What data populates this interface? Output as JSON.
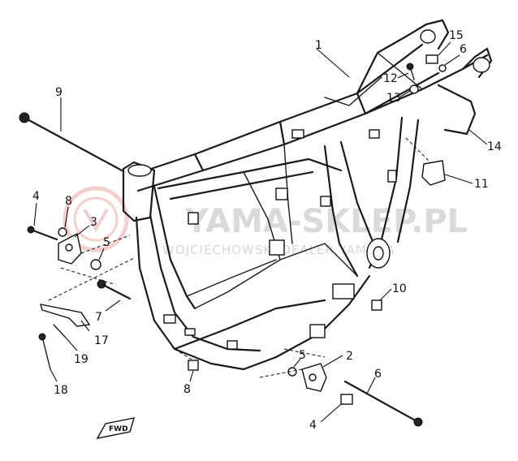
{
  "watermark": {
    "brand": "YAMA-SKLEP.PL",
    "tagline": "WOJCIECHOWSKI DEALER YAMAHA",
    "logo_color": "#e8a0a0"
  },
  "fwd_label": "FWD",
  "callouts": {
    "p1": "1",
    "p2": "2",
    "p3": "3",
    "p4a": "4",
    "p4b": "4",
    "p5a": "5",
    "p5b": "5",
    "p6a": "6",
    "p6b": "6",
    "p7": "7",
    "p8a": "8",
    "p8b": "8",
    "p9": "9",
    "p10": "10",
    "p11": "11",
    "p12": "12",
    "p13": "13",
    "p14": "14",
    "p15": "15",
    "p17": "17",
    "p18": "18",
    "p19": "19"
  }
}
